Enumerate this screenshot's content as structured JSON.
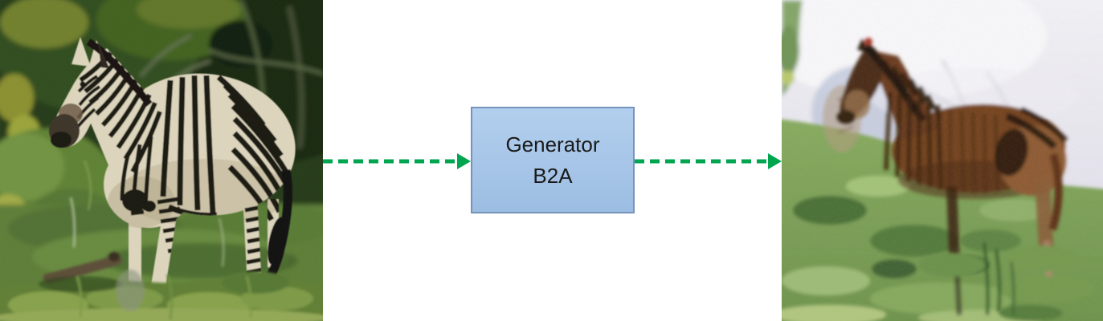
{
  "generator_box": {
    "line1": "Generator",
    "line2": "B2A"
  },
  "arrows": {
    "left": {
      "name": "input-arrow",
      "style": "dashed",
      "direction": "right"
    },
    "right": {
      "name": "output-arrow",
      "style": "dashed",
      "direction": "right"
    }
  },
  "images": {
    "input": {
      "name": "zebra-photo"
    },
    "output": {
      "name": "generated-horse-photo"
    }
  },
  "colors": {
    "background": "#ffffff",
    "box_fill_top": "#b3cfee",
    "box_fill_bottom": "#9cbde2",
    "box_border": "#7593bb",
    "box_text": "#1a1a1a",
    "arrow_green": "#00a64f"
  }
}
